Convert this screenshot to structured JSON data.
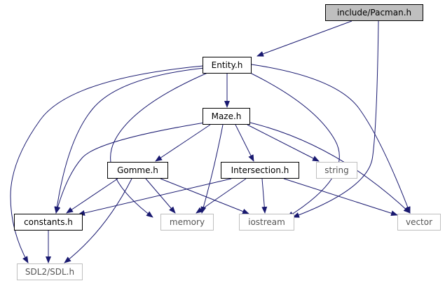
{
  "colors": {
    "edge": "#191970",
    "root_fill": "#bfbfbf",
    "external_border": "#bfbfbf"
  },
  "nodes": {
    "pacman": {
      "label": "include/Pacman.h",
      "kind": "root"
    },
    "entity": {
      "label": "Entity.h",
      "kind": "local"
    },
    "maze": {
      "label": "Maze.h",
      "kind": "local"
    },
    "gomme": {
      "label": "Gomme.h",
      "kind": "local"
    },
    "intersection": {
      "label": "Intersection.h",
      "kind": "local"
    },
    "string": {
      "label": "string",
      "kind": "external"
    },
    "constants": {
      "label": "constants.h",
      "kind": "local"
    },
    "memory": {
      "label": "memory",
      "kind": "external"
    },
    "iostream": {
      "label": "iostream",
      "kind": "external"
    },
    "vector": {
      "label": "vector",
      "kind": "external"
    },
    "sdl": {
      "label": "SDL2/SDL.h",
      "kind": "external"
    }
  },
  "edges": [
    [
      "pacman",
      "entity"
    ],
    [
      "pacman",
      "iostream"
    ],
    [
      "entity",
      "maze"
    ],
    [
      "entity",
      "constants"
    ],
    [
      "entity",
      "sdl"
    ],
    [
      "entity",
      "memory"
    ],
    [
      "entity",
      "iostream"
    ],
    [
      "entity",
      "vector"
    ],
    [
      "maze",
      "gomme"
    ],
    [
      "maze",
      "intersection"
    ],
    [
      "maze",
      "string"
    ],
    [
      "maze",
      "constants"
    ],
    [
      "maze",
      "memory"
    ],
    [
      "maze",
      "vector"
    ],
    [
      "gomme",
      "constants"
    ],
    [
      "gomme",
      "sdl"
    ],
    [
      "gomme",
      "memory"
    ],
    [
      "gomme",
      "iostream"
    ],
    [
      "intersection",
      "constants"
    ],
    [
      "intersection",
      "memory"
    ],
    [
      "intersection",
      "iostream"
    ],
    [
      "intersection",
      "vector"
    ],
    [
      "constants",
      "sdl"
    ]
  ]
}
